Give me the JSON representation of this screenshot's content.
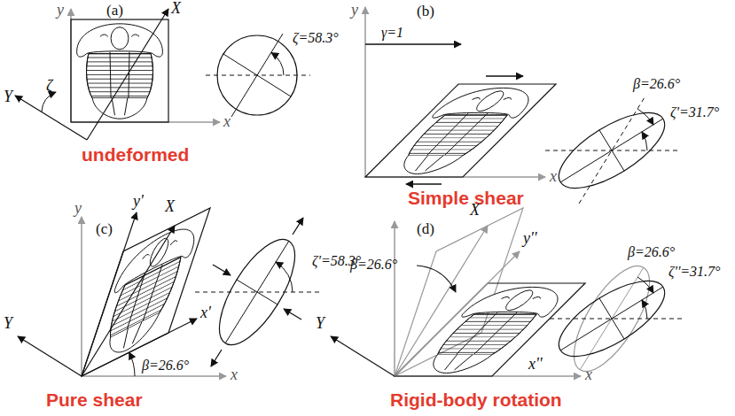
{
  "diagram": {
    "labels": [
      "(a)",
      "X",
      "y",
      "ζ",
      "Y",
      "ζ=58.3°",
      "x",
      "undeformed",
      "(b)",
      "y",
      "γ=1",
      "β=26.6°",
      "ζ'=31.7°",
      "x",
      "Simple shear",
      "(c)",
      "X",
      "y'",
      "y",
      "ζ'=58.3°",
      "x'",
      "Y",
      "β=26.6°",
      "x",
      "Pure shear",
      "(d)",
      "X",
      "β=26.6°",
      "y''",
      "β=26.6°",
      "ζ''=31.7°",
      "Y",
      "x''",
      "x",
      "Rigid-body rotation"
    ]
  }
}
